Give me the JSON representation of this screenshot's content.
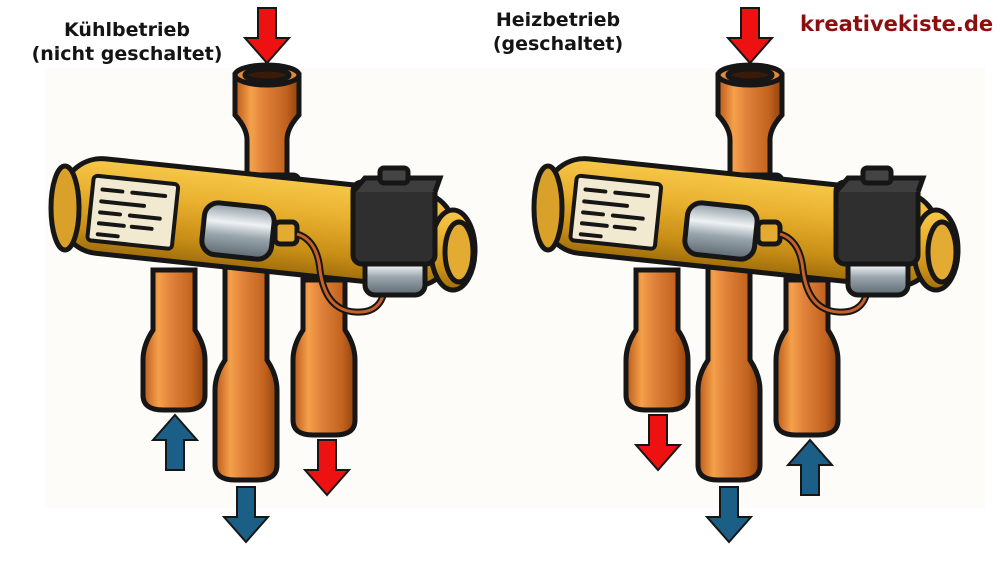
{
  "brand": {
    "text": "kreativekiste.de",
    "color": "#8b0f0f"
  },
  "colors": {
    "hot_arrow": "#ee1111",
    "cold_arrow": "#1c5f86",
    "copper": "#d97a2b",
    "brass": "#e0a92a",
    "coil": "#2e2e2e",
    "panel_bg": "#fdfcf8",
    "outline": "#161616"
  },
  "diagrams": [
    {
      "id": "cooling",
      "title_line1": "Kühlbetrieb",
      "title_line2": "(nicht geschaltet)",
      "state": "not switched",
      "arrows": {
        "top_inlet": {
          "direction": "down",
          "color": "red"
        },
        "left_port": {
          "direction": "up",
          "color": "blue"
        },
        "center_port": {
          "direction": "down",
          "color": "blue"
        },
        "right_port": {
          "direction": "down",
          "color": "red"
        }
      }
    },
    {
      "id": "heating",
      "title_line1": "Heizbetrieb",
      "title_line2": "(geschaltet)",
      "state": "switched",
      "arrows": {
        "top_inlet": {
          "direction": "down",
          "color": "red"
        },
        "left_port": {
          "direction": "down",
          "color": "red"
        },
        "center_port": {
          "direction": "down",
          "color": "blue"
        },
        "right_port": {
          "direction": "up",
          "color": "blue"
        }
      }
    }
  ]
}
